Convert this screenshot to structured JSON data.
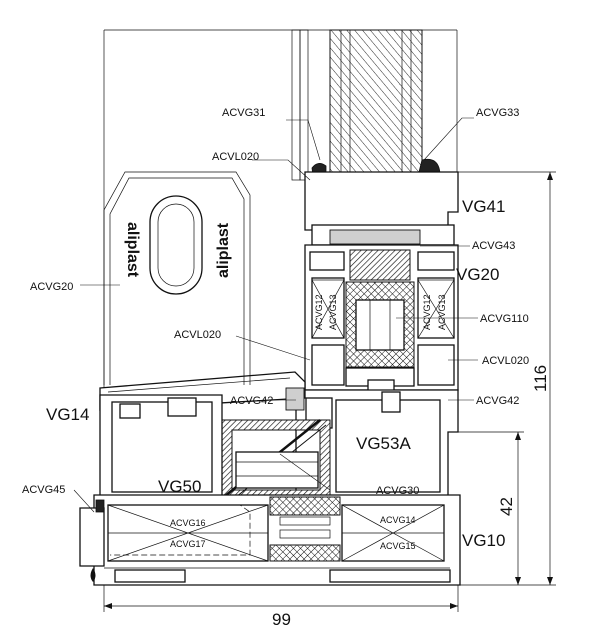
{
  "labels": {
    "acvg31": "ACVG31",
    "acvg33": "ACVG33",
    "acvl020_top": "ACVL020",
    "vg41": "VG41",
    "acvg43": "ACVG43",
    "vg20": "VG20",
    "acvg20": "ACVG20",
    "acvg110": "ACVG110",
    "acvl020_mid": "ACVL020",
    "acvl020_right": "ACVL020",
    "vg14": "VG14",
    "acvg42_left": "ACVG42",
    "acvg42_right": "ACVG42",
    "vg53a": "VG53A",
    "vg50": "VG50",
    "acvg30": "ACVG30",
    "acvg45": "ACVG45",
    "vg10": "VG10",
    "acvg16": "ACVG16",
    "acvg17": "ACVG17",
    "acvg14": "ACVG14",
    "acvg15": "ACVG15",
    "acvg12_left": "ACVG12",
    "acvg13_left": "ACVG13",
    "acvg12_right": "ACVG12",
    "acvg13_right": "ACVG13"
  },
  "brand": {
    "left": "aliplast",
    "right": "aliplast"
  },
  "dimensions": {
    "width": "99",
    "height_total": "116",
    "height_lower": "42"
  }
}
